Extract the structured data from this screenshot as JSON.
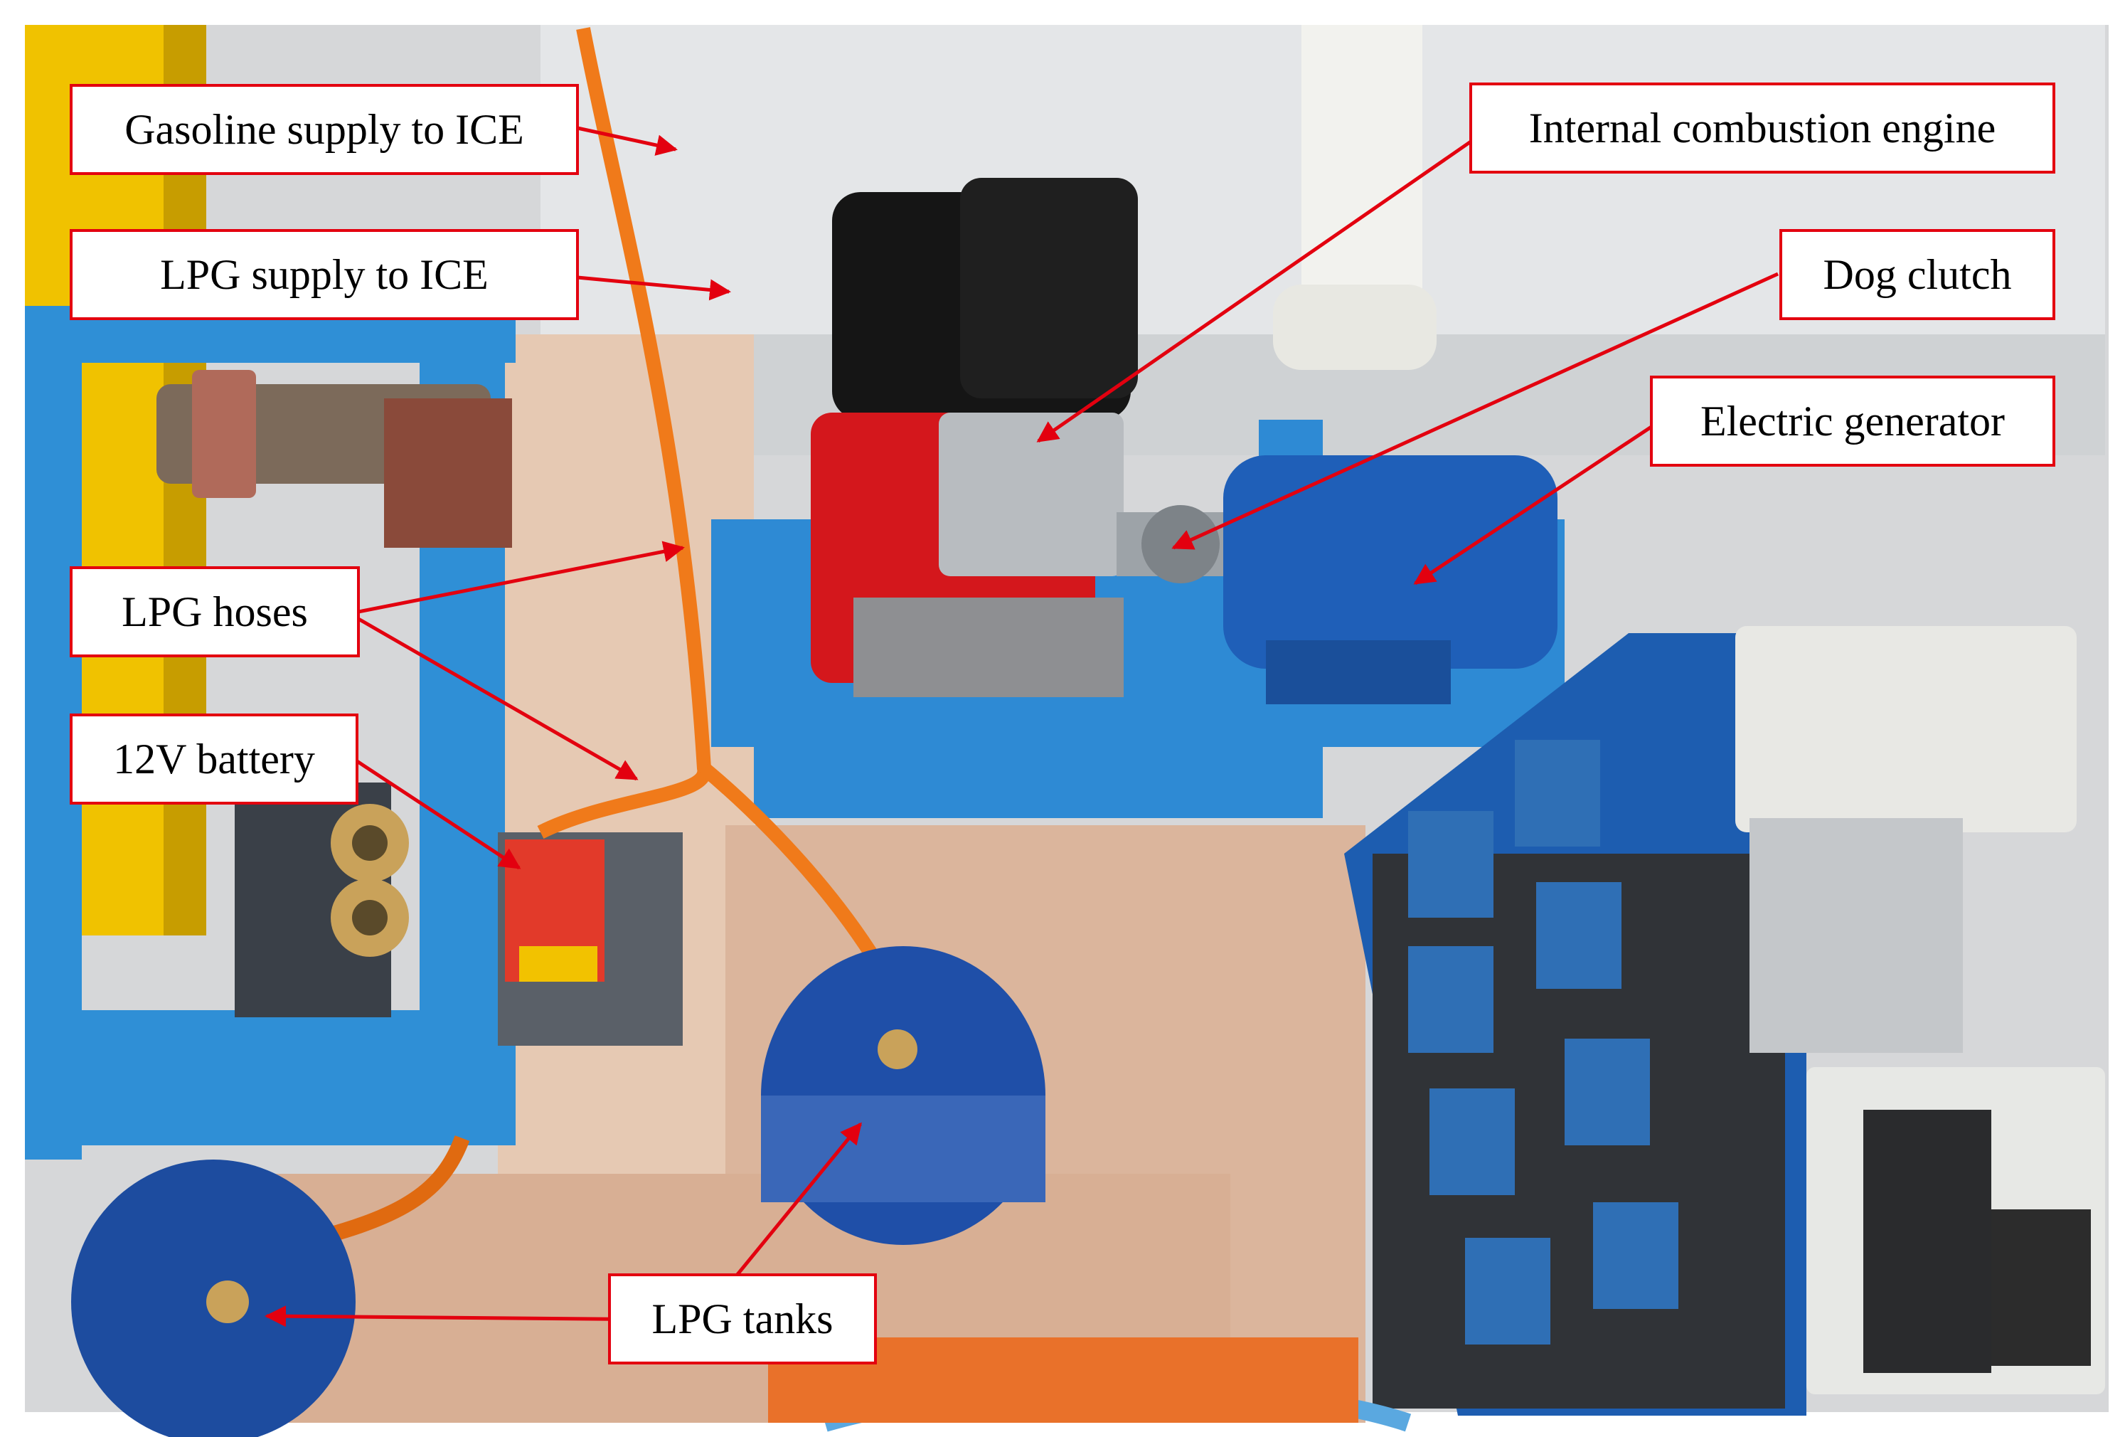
{
  "figure": {
    "description_colors": {
      "callout_border": "#e3000f",
      "arrow": "#e3000f",
      "label_text": "#000000",
      "label_background": "#ffffff"
    },
    "labels": {
      "gasoline_supply": "Gasoline supply to ICE",
      "lpg_supply": "LPG supply to ICE",
      "lpg_hoses": "LPG hoses",
      "battery": "12V battery",
      "lpg_tanks": "LPG tanks",
      "ice": "Internal combustion engine",
      "dog_clutch": "Dog clutch",
      "generator": "Electric generator"
    },
    "icons": [
      "arrow-icon"
    ]
  }
}
